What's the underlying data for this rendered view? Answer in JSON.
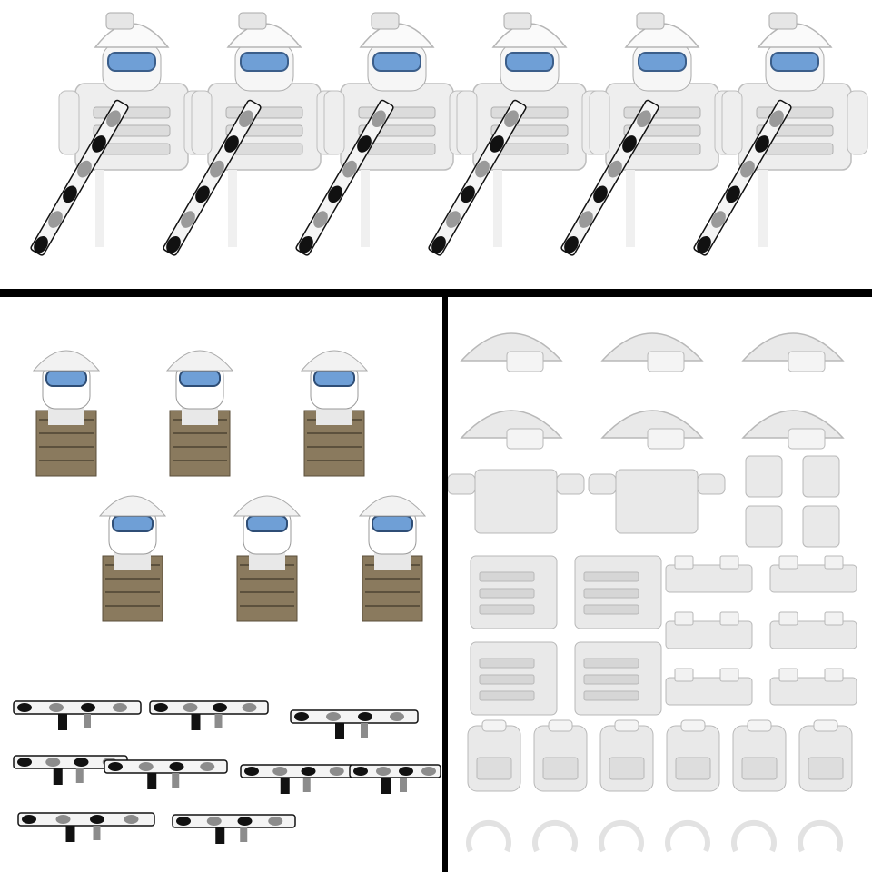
{
  "scene": {
    "kind": "product-photo",
    "background": "#ffffff",
    "divider_color": "#000000"
  },
  "top_row": {
    "figure_count": 6,
    "armor_color": "#eeeeee",
    "visor_color": "#6f9fd6",
    "camo_colors": [
      "#111111",
      "#f4f4f4",
      "#9a9a9a"
    ]
  },
  "mid_figures": {
    "count": 6,
    "helmet_color": "#f2f2f2",
    "visor_color": "#6f9fd6",
    "vest_color": "#8a7a5e"
  },
  "weapons": {
    "count": 9,
    "camo_colors": [
      "#111111",
      "#f4f4f4",
      "#8c8c8c"
    ]
  },
  "accessories": {
    "helmets": 6,
    "arm_vests": 2,
    "knee_pads": 4,
    "plate_carriers": 4,
    "belts": 6,
    "backpacks": 6,
    "headsets": 6,
    "part_color": "#e9e9e9"
  }
}
